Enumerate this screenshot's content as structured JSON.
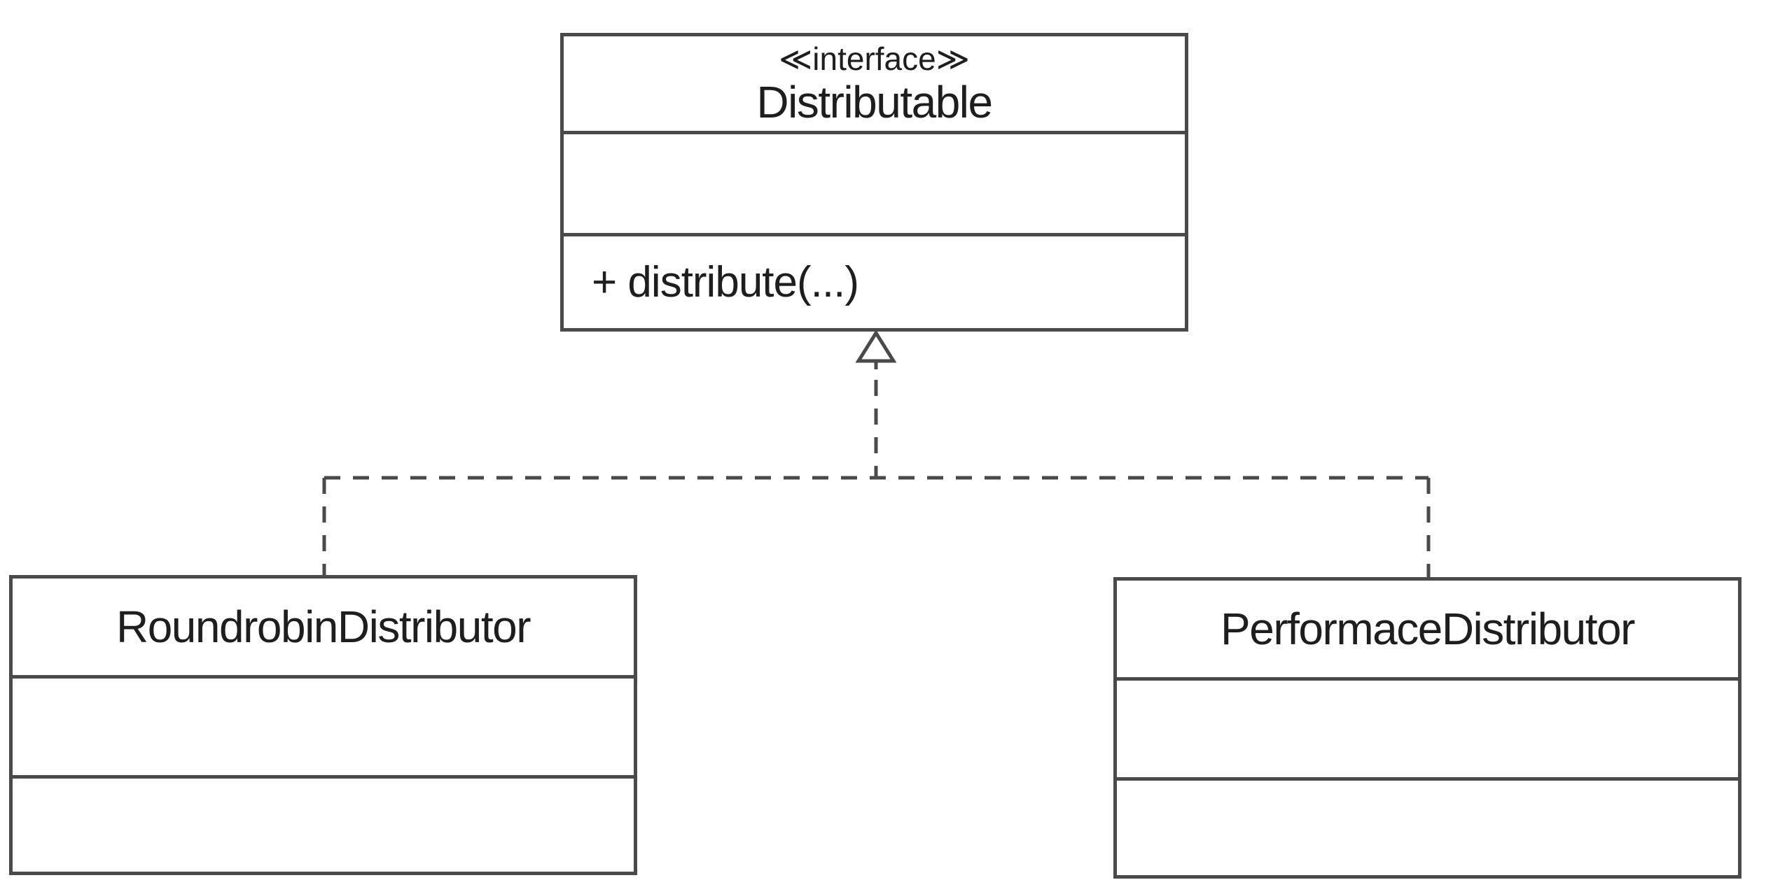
{
  "colors": {
    "background": "#ffffff",
    "line": "#4a4a4a",
    "text": "#1e1e1e"
  },
  "interface_box": {
    "stereotype": "≪interface≫",
    "name": "Distributable",
    "attributes": "",
    "method": "+ distribute(...)"
  },
  "class_boxes": [
    {
      "name": "RoundrobinDistributor",
      "attributes": "",
      "methods": ""
    },
    {
      "name": "PerformaceDistributor",
      "attributes": "",
      "methods": ""
    }
  ],
  "relationship": {
    "type_label": "realization",
    "style": "dashed-line-hollow-triangle"
  }
}
